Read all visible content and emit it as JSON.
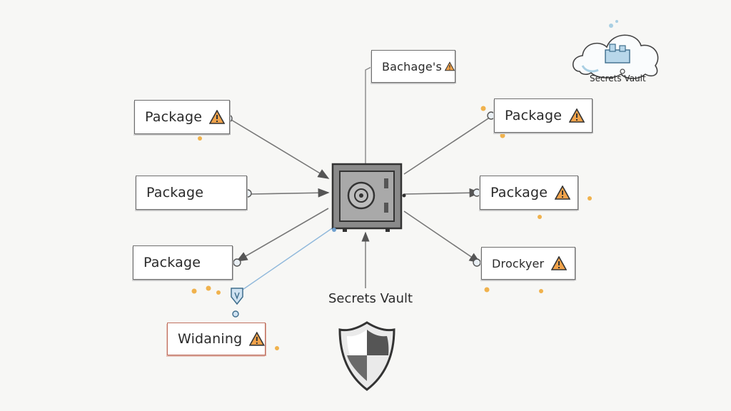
{
  "center_label": "Secrets Vault",
  "cloud_label": "Secrets Vault",
  "nodes": {
    "top": {
      "label": "Bachage's",
      "warning": true
    },
    "left1": {
      "label": "Package",
      "warning": true
    },
    "left2": {
      "label": "Package",
      "warning": false
    },
    "left3": {
      "label": "Package",
      "warning": false
    },
    "left4": {
      "label": "Widaning",
      "warning": true
    },
    "right1": {
      "label": "Package",
      "warning": true
    },
    "right2": {
      "label": "Package",
      "warning": true
    },
    "right3": {
      "label": "Drockyer",
      "warning": true
    }
  },
  "colors": {
    "warning_fill": "#f0a24a",
    "dot_orange": "#f0b24d",
    "dot_blue": "#a9cfe3",
    "link_blue": "#8fb8db",
    "alert_border": "#c0705f"
  },
  "icons": [
    "vault-safe-icon",
    "shield-icon",
    "cloud-icon",
    "warning-icon"
  ]
}
